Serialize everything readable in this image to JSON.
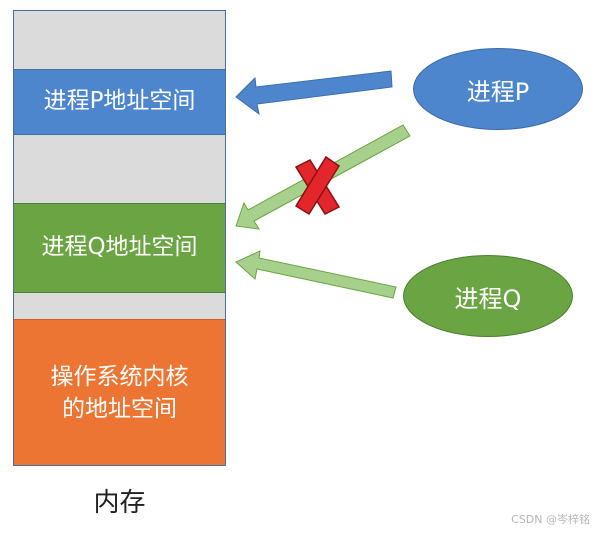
{
  "memory": {
    "caption": "内存",
    "segments": {
      "free_top": "",
      "process_p_space": "进程P地址空间",
      "free_middle": "",
      "process_q_space": "进程Q地址空间",
      "free_bottom": "",
      "kernel_space": "操作系统内核\n的地址空间"
    }
  },
  "processes": {
    "p_label": "进程P",
    "q_label": "进程Q"
  },
  "arrows": {
    "p_to_p_space": {
      "status": "allowed",
      "color": "#4d86cd"
    },
    "p_to_q_space": {
      "status": "forbidden",
      "color": "#a8d08d",
      "mark": "cross-icon"
    },
    "q_to_q_space": {
      "status": "allowed",
      "color": "#a8d08d"
    }
  },
  "colors": {
    "free": "#dcdbdb",
    "process_p": "#4d86cd",
    "process_q": "#6aa443",
    "kernel": "#ec7533",
    "cross": "#e3262b"
  },
  "watermark": "CSDN @岑梓铭"
}
